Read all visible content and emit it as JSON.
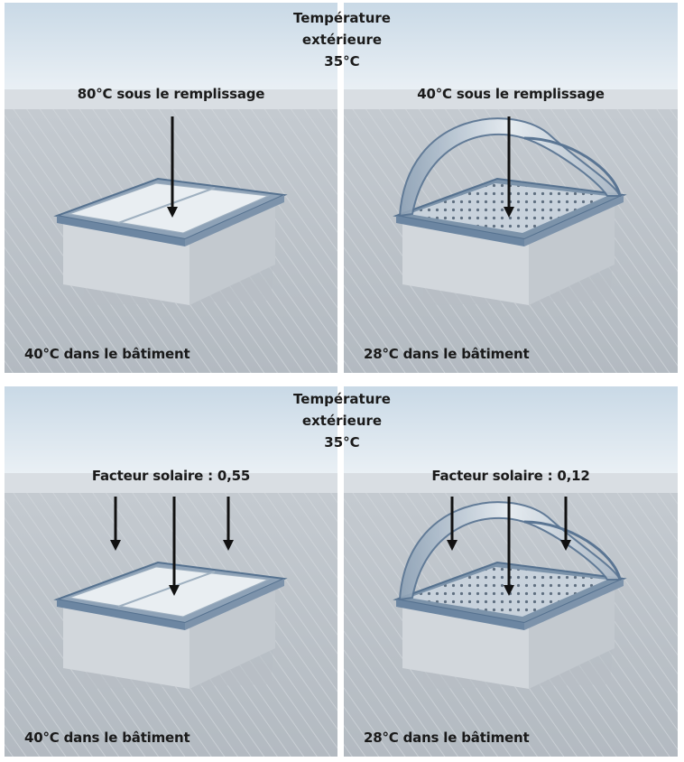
{
  "rows": [
    {
      "center_label": [
        "Température",
        "extérieure",
        "35°C"
      ],
      "panels": [
        {
          "variant": "flat",
          "top_label": "80°C sous le remplissage",
          "bottom_label": "40°C dans le bâtiment",
          "arrows": 1
        },
        {
          "variant": "dome",
          "top_label": "40°C sous le remplissage",
          "bottom_label": "28°C dans le bâtiment",
          "arrows": 1
        }
      ]
    },
    {
      "center_label": [
        "Température",
        "extérieure",
        "35°C"
      ],
      "panels": [
        {
          "variant": "flat",
          "top_label": "Facteur solaire : 0,55",
          "bottom_label": "40°C dans le bâtiment",
          "arrows": 3
        },
        {
          "variant": "dome",
          "top_label": "Facteur solaire : 0,12",
          "bottom_label": "28°C dans le bâtiment",
          "arrows": 3
        }
      ]
    }
  ],
  "colors": {
    "sky": "#dfe8f0",
    "roof": "#c7cdd3",
    "frame": "#6e8aa8",
    "arrow": "#111111"
  }
}
